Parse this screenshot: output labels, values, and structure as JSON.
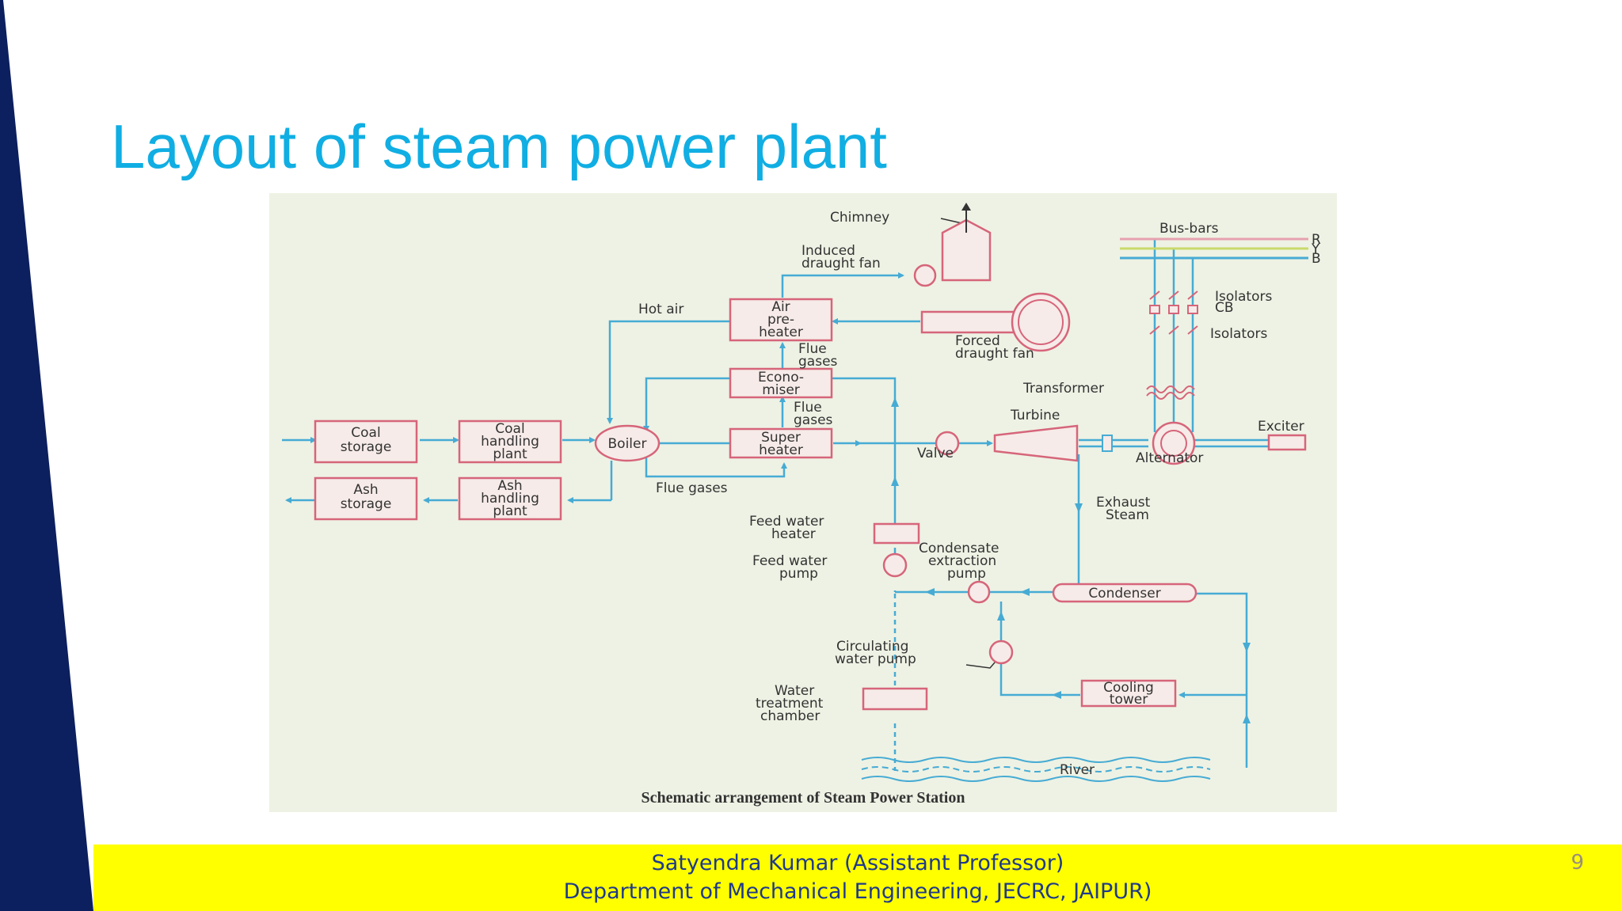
{
  "slide": {
    "title": "Layout of steam power plant",
    "page_number": "9"
  },
  "footer": {
    "line1": "Satyendra Kumar (Assistant Professor)",
    "line2": "Department of Mechanical Engineering, JECRC, JAIPUR)"
  },
  "colors": {
    "title": "#10aee3",
    "left_bar": "#0c1f5e",
    "footer_bg": "#ffff00",
    "footer_text": "#1f3a8a",
    "pipe": "#46abd4",
    "box_border": "#d6657a",
    "diagram_bg": "#eef2e4"
  },
  "diagram": {
    "caption": "Schematic arrangement of Steam Power Station",
    "components": {
      "coal_storage": [
        "Coal",
        "storage"
      ],
      "coal_handling": [
        "Coal",
        "handling",
        "plant"
      ],
      "ash_storage": [
        "Ash",
        "storage"
      ],
      "ash_handling": [
        "Ash",
        "handling",
        "plant"
      ],
      "boiler": "Boiler",
      "air_preheater": [
        "Air",
        "pre-",
        "heater"
      ],
      "economiser": [
        "Econo-",
        "miser"
      ],
      "super_heater": [
        "Super",
        "heater"
      ],
      "chimney": "Chimney",
      "induced_fan": [
        "Induced",
        "draught fan"
      ],
      "forced_fan": [
        "Forced",
        "draught fan"
      ],
      "hot_air": "Hot air",
      "flue_gases": [
        "Flue",
        "gases"
      ],
      "flue_gases_bottom": "Flue gases",
      "valve": "Valve",
      "turbine": "Turbine",
      "alternator": "Alternator",
      "exciter": "Exciter",
      "transformer": "Transformer",
      "bus_bars": "Bus-bars",
      "phases": [
        "R",
        "Y",
        "B"
      ],
      "isolators": "Isolators",
      "cb": "CB",
      "exhaust_steam": [
        "Exhaust",
        "Steam"
      ],
      "feed_water_heater": [
        "Feed water",
        "heater"
      ],
      "feed_water_pump": [
        "Feed water",
        "pump"
      ],
      "condensate_pump": [
        "Condensate",
        "extraction",
        "pump"
      ],
      "condenser": "Condenser",
      "circulating_pump": [
        "Circulating",
        "water pump"
      ],
      "cooling_tower": [
        "Cooling",
        "tower"
      ],
      "water_treatment": [
        "Water",
        "treatment",
        "chamber"
      ],
      "river": "River"
    }
  }
}
